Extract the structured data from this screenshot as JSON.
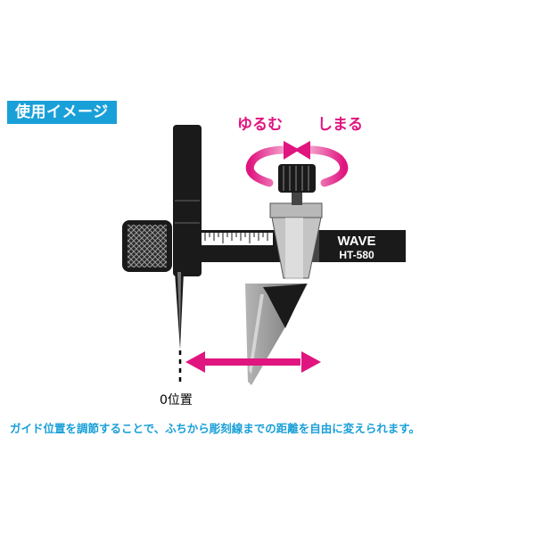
{
  "badge": {
    "text": "使用イメージ"
  },
  "labels": {
    "loosen": "ゆるむ",
    "tighten": "しまる",
    "zero_position": "0位置"
  },
  "tool": {
    "brand": "WAVE",
    "model": "HT-580"
  },
  "caption": "ガイド位置を調節することで、ふちから彫刻線までの距離を自由に変えられます。",
  "colors": {
    "accent_blue": "#1aa0d8",
    "accent_magenta": "#e0157f",
    "tool_black": "#1a1a1a",
    "blade_gray": "#8f8f8f"
  }
}
